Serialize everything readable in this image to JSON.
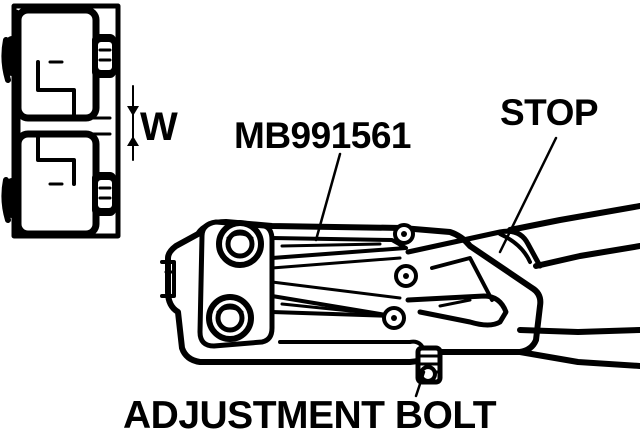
{
  "labels": {
    "gap": "W",
    "tool": "MB991561",
    "stop": "STOP",
    "bolt": "ADJUSTMENT BOLT"
  },
  "colors": {
    "ink": "#000000",
    "paper": "#ffffff"
  }
}
